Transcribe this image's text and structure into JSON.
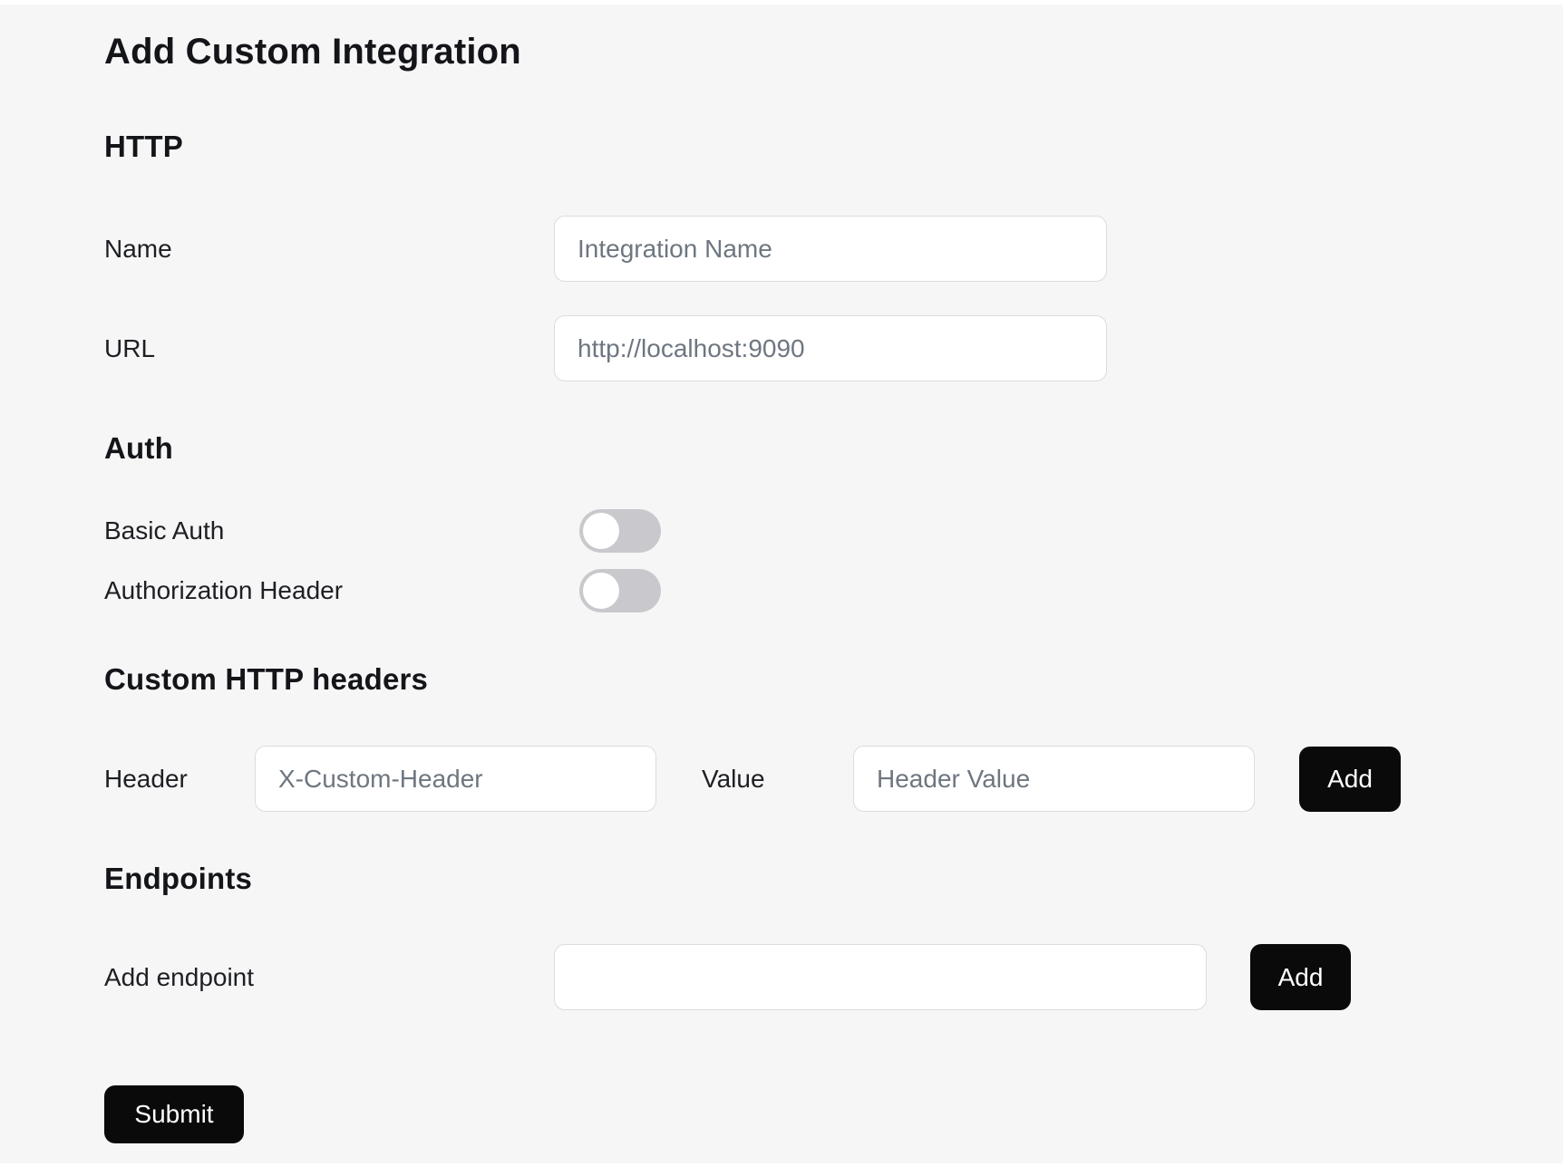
{
  "title": "Add Custom Integration",
  "colors": {
    "background": "#f6f6f7",
    "input_border": "#d9dce2",
    "placeholder_text": "#6e7680",
    "button_bg": "#0a0a0b",
    "button_text": "#ffffff",
    "toggle_track_off": "#c9c9cd",
    "toggle_knob": "#ffffff",
    "heading_text": "#141519"
  },
  "sections": {
    "http": {
      "heading": "HTTP",
      "fields": {
        "name": {
          "label": "Name",
          "placeholder": "Integration Name",
          "value": ""
        },
        "url": {
          "label": "URL",
          "placeholder": "http://localhost:9090",
          "value": ""
        }
      }
    },
    "auth": {
      "heading": "Auth",
      "toggles": [
        {
          "label": "Basic Auth",
          "state": "off"
        },
        {
          "label": "Authorization Header",
          "state": "off"
        }
      ]
    },
    "custom_headers": {
      "heading": "Custom HTTP headers",
      "header_field": {
        "label": "Header",
        "placeholder": "X-Custom-Header",
        "value": ""
      },
      "value_field": {
        "label": "Value",
        "placeholder": "Header Value",
        "value": ""
      },
      "add_button_label": "Add"
    },
    "endpoints": {
      "heading": "Endpoints",
      "field": {
        "label": "Add endpoint",
        "placeholder": "",
        "value": ""
      },
      "add_button_label": "Add"
    }
  },
  "submit_button_label": "Submit"
}
